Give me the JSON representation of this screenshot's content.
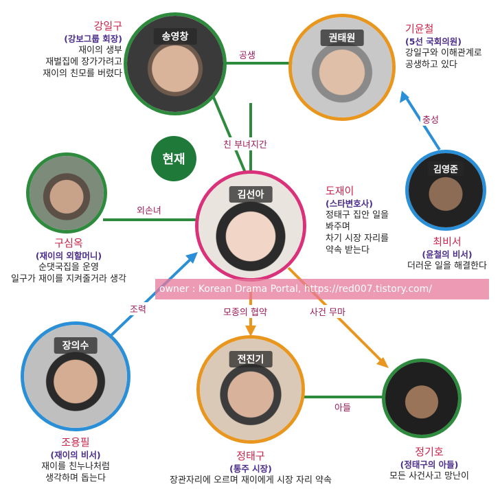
{
  "badge": "현재",
  "watermark": "owner : Korean Drama Portal, https://red007.tistory.com/",
  "relations": {
    "r1": "공생",
    "r2": "충성",
    "r3": "친 부녀지간",
    "r4": "외손녀",
    "r5": "조력",
    "r6": "모종의 협약",
    "r7": "사건 무마",
    "r8": "아들"
  },
  "people": {
    "song": {
      "bar": "송영창",
      "hname": "강일구",
      "title": "(강보그룹 회장)",
      "desc": [
        "재이의 생부",
        "재벌집에 장가가려고",
        "재이의 친모를 버렸다"
      ]
    },
    "kwon": {
      "bar": "권태원",
      "hname": "기윤철",
      "title": "(5선 국회의원)",
      "desc": [
        "강일구와 이해관계로",
        "공생하고 있다"
      ]
    },
    "kimsun": {
      "bar": "김선아",
      "hname": "도재이",
      "title": "(스타변호사)",
      "desc": [
        "정태구 집안 일을",
        "봐주며",
        "차기 시장 자리를",
        "약속 받는다"
      ]
    },
    "kimyj": {
      "bar": "김영준",
      "hname": "최비서",
      "title": "(윤철의 비서)",
      "desc": [
        "더러운 일을 해결한다"
      ]
    },
    "park": {
      "hname": "구심옥",
      "title": "(재이의 외할머니)",
      "desc": [
        "순댓국집을 운영",
        "일구가 재이를 지켜줄거라 생각"
      ]
    },
    "jang": {
      "bar": "장의수",
      "hname": "조용필",
      "title": "(재이의 비서)",
      "desc": [
        "재이를 친누나처럼",
        "생각하며 돕는다"
      ]
    },
    "jeon": {
      "bar": "전진기",
      "hname": "정태구",
      "title": "(통주 시장)",
      "desc": [
        "장관자리에 오르며 재이에게 시장 자리 약속"
      ]
    },
    "son": {
      "hname": "정기호",
      "title": "(정태구의 아들)",
      "desc": [
        "모든 사건사고 망난이"
      ]
    }
  },
  "colors": {
    "green": "#2e8b3e",
    "orange": "#e8961e",
    "blue": "#2a8fd6",
    "pink": "#d9327a",
    "purple": "#4a2c8a",
    "magenta": "#9a1a5a"
  }
}
